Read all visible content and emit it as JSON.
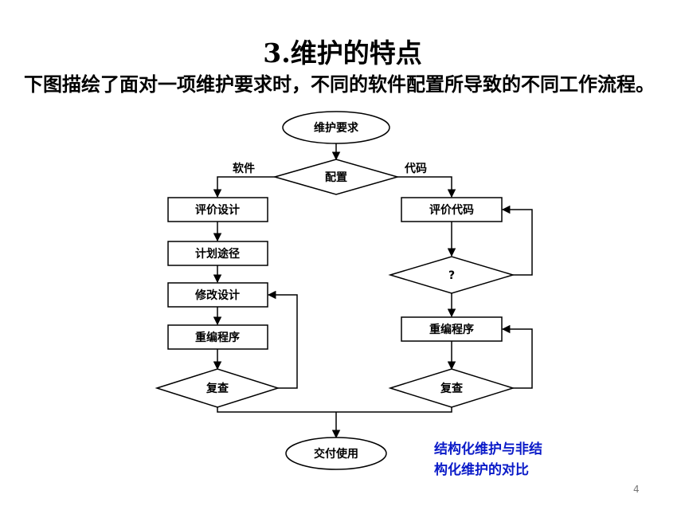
{
  "title": "3.维护的特点",
  "intro": "下图描绘了面对一项维护要求时，不同的软件配置所导致的不同工作流程。",
  "caption": {
    "line1": "结构化维护与非结",
    "line2": "构化维护的对比"
  },
  "page_number": "4",
  "flowchart": {
    "start": "维护要求",
    "decision": "配置",
    "branch_left_label": "软件",
    "branch_right_label": "代码",
    "left": {
      "evaluate": "评价设计",
      "plan": "计划途径",
      "modify": "修改设计",
      "recode": "重编程序",
      "review": "复查"
    },
    "right": {
      "evaluate": "评价代码",
      "question": "?",
      "recode": "重编程序",
      "review": "复查"
    },
    "end": "交付使用"
  },
  "colors": {
    "caption": "#0a1ac8",
    "line": "#000000"
  }
}
